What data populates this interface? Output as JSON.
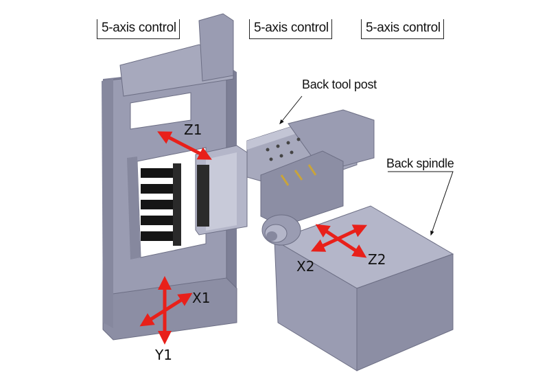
{
  "labels": {
    "control_left": "5-axis control",
    "control_center": "5-axis control",
    "control_right": "5-axis control",
    "back_tool_post": "Back tool post",
    "back_spindle": "Back spindle"
  },
  "axes": {
    "z1": "Z1",
    "x1": "X1",
    "y1": "Y1",
    "x2": "X2",
    "z2": "Z2"
  },
  "colors": {
    "machine": "#9a9cb2",
    "machine_dark": "#7d7f96",
    "machine_light": "#b4b6c9",
    "arrow": "#e8201a",
    "tool_black": "#151515"
  }
}
